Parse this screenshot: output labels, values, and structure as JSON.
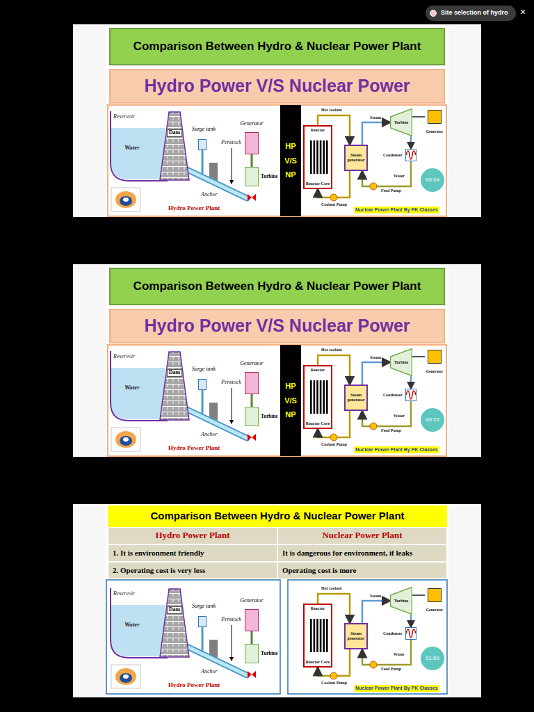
{
  "diagram": {
    "nodes": [
      {
        "text": [
          "Site selection of hydro"
        ]
      },
      {
        "text": [
          "Comparison Between Hydro & Nuclear Power Plant"
        ]
      },
      {
        "text": [
          "Hydro Power V/S Nuclear Power"
        ]
      },
      {
        "text": [
          "Dam"
        ]
      },
      {
        "text": [
          "Surge tank"
        ]
      },
      {
        "text": [
          "Generator"
        ]
      },
      {
        "text": [
          "Turbine"
        ]
      },
      {
        "text": [
          "HP V/S NP"
        ]
      },
      {
        "text": [
          "Reactor",
          "Reactor Core"
        ]
      },
      {
        "text": [
          "Steam generator"
        ]
      },
      {
        "text": [
          "Turbine"
        ]
      },
      {
        "text": [
          "Generator"
        ]
      },
      {
        "text": [
          "Condenser"
        ]
      },
      {
        "text": [
          "00:04"
        ]
      },
      {
        "text": [
          "Comparison Between Hydro & Nuclear Power Plant"
        ]
      },
      {
        "text": [
          "Hydro Power V/S Nuclear Power"
        ]
      },
      {
        "text": [
          "Dam"
        ]
      },
      {
        "text": [
          "Surge tank"
        ]
      },
      {
        "text": [
          "Generator"
        ]
      },
      {
        "text": [
          "Turbine"
        ]
      },
      {
        "text": [
          "HP V/S NP"
        ]
      },
      {
        "text": [
          "Reactor",
          "Reactor Core"
        ]
      },
      {
        "text": [
          "Steam generator"
        ]
      },
      {
        "text": [
          "Turbine"
        ]
      },
      {
        "text": [
          "Generator"
        ]
      },
      {
        "text": [
          "Condenser"
        ]
      },
      {
        "text": [
          "00:22"
        ]
      },
      {
        "text": [
          "Comparison Between Hydro & Nuclear Power Plant"
        ]
      },
      {
        "text": [
          "Dam"
        ]
      },
      {
        "text": [
          "Surge tank"
        ]
      },
      {
        "text": [
          "Generator"
        ]
      },
      {
        "text": [
          "Turbine"
        ]
      },
      {
        "text": [
          "Reactor",
          "Reactor Core"
        ]
      },
      {
        "text": [
          "Steam generator"
        ]
      },
      {
        "text": [
          "Turbine"
        ]
      },
      {
        "text": [
          "Generator"
        ]
      },
      {
        "text": [
          "Condenser"
        ]
      },
      {
        "text": [
          "01:59"
        ]
      }
    ],
    "edges": [
      {
        "from": 5,
        "to": 6,
        "arrow": "none"
      },
      {
        "from": 8,
        "to": 9,
        "arrow": "to",
        "label": "Hot coolant"
      },
      {
        "from": 9,
        "to": 8,
        "arrow": "to",
        "label": "Coolant Pump"
      },
      {
        "from": 9,
        "to": 10,
        "arrow": "to",
        "label": "Steam"
      },
      {
        "from": 10,
        "to": 12,
        "arrow": "to"
      },
      {
        "from": 12,
        "to": 9,
        "arrow": "to",
        "label": "Feed Pump"
      },
      {
        "from": 10,
        "to": 11,
        "arrow": "none"
      },
      {
        "from": 18,
        "to": 19,
        "arrow": "none"
      },
      {
        "from": 21,
        "to": 22,
        "arrow": "to",
        "label": "Hot coolant"
      },
      {
        "from": 22,
        "to": 21,
        "arrow": "to",
        "label": "Coolant Pump"
      },
      {
        "from": 22,
        "to": 23,
        "arrow": "to",
        "label": "Steam"
      },
      {
        "from": 23,
        "to": 25,
        "arrow": "to"
      },
      {
        "from": 25,
        "to": 22,
        "arrow": "to",
        "label": "Feed Pump"
      },
      {
        "from": 23,
        "to": 24,
        "arrow": "none"
      },
      {
        "from": 30,
        "to": 31,
        "arrow": "none"
      },
      {
        "from": 32,
        "to": 33,
        "arrow": "to",
        "label": "Hot coolant"
      },
      {
        "from": 33,
        "to": 32,
        "arrow": "to",
        "label": "Coolant Pump"
      },
      {
        "from": 33,
        "to": 34,
        "arrow": "to",
        "label": "Steam"
      },
      {
        "from": 34,
        "to": 36,
        "arrow": "to"
      },
      {
        "from": 36,
        "to": 33,
        "arrow": "to",
        "label": "Feed Pump"
      },
      {
        "from": 34,
        "to": 35,
        "arrow": "none"
      }
    ],
    "labels": [
      "×",
      "Reservoir",
      "Water",
      "Penstock",
      "Anchor",
      "Hydro Power Plant",
      "Water",
      "Nuclear Power Plant By PK Classes",
      "Reservoir",
      "Water",
      "Penstock",
      "Anchor",
      "Hydro Power Plant",
      "Water",
      "Nuclear Power Plant By PK Classes",
      "Hydro Power Plant",
      "Nuclear Power Plant",
      "1. It is environment friendly",
      "It is dangerous for environment, if leaks",
      "2. Operating cost is very less",
      "Operating cost is more",
      "Reservoir",
      "Water",
      "Penstock",
      "Anchor",
      "Hydro Power Plant",
      "Water",
      "Nuclear Power Plant By PK Classes"
    ]
  }
}
